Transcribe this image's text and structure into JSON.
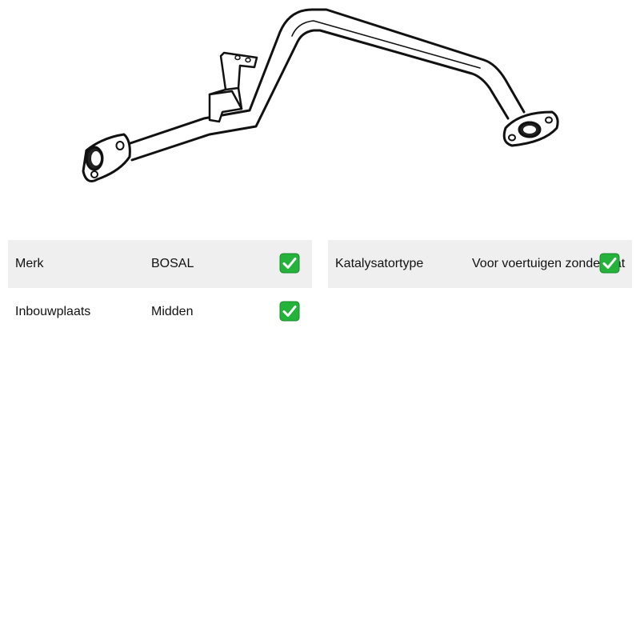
{
  "specs_left": [
    {
      "label": "Merk",
      "value": "BOSAL",
      "icon": "check-mark-icon",
      "shaded": true
    },
    {
      "label": "Inbouwplaats",
      "value": "Midden",
      "icon": "check-mark-icon",
      "shaded": false
    }
  ],
  "specs_right": [
    {
      "label": "Katalysatortype",
      "value": "Voor voertuigen zonder kat",
      "icon": "check-mark-icon",
      "shaded": true
    }
  ],
  "colors": {
    "row_shade": "#efefef",
    "check_green": "#23b33a",
    "check_dark": "#1d8a2e"
  }
}
